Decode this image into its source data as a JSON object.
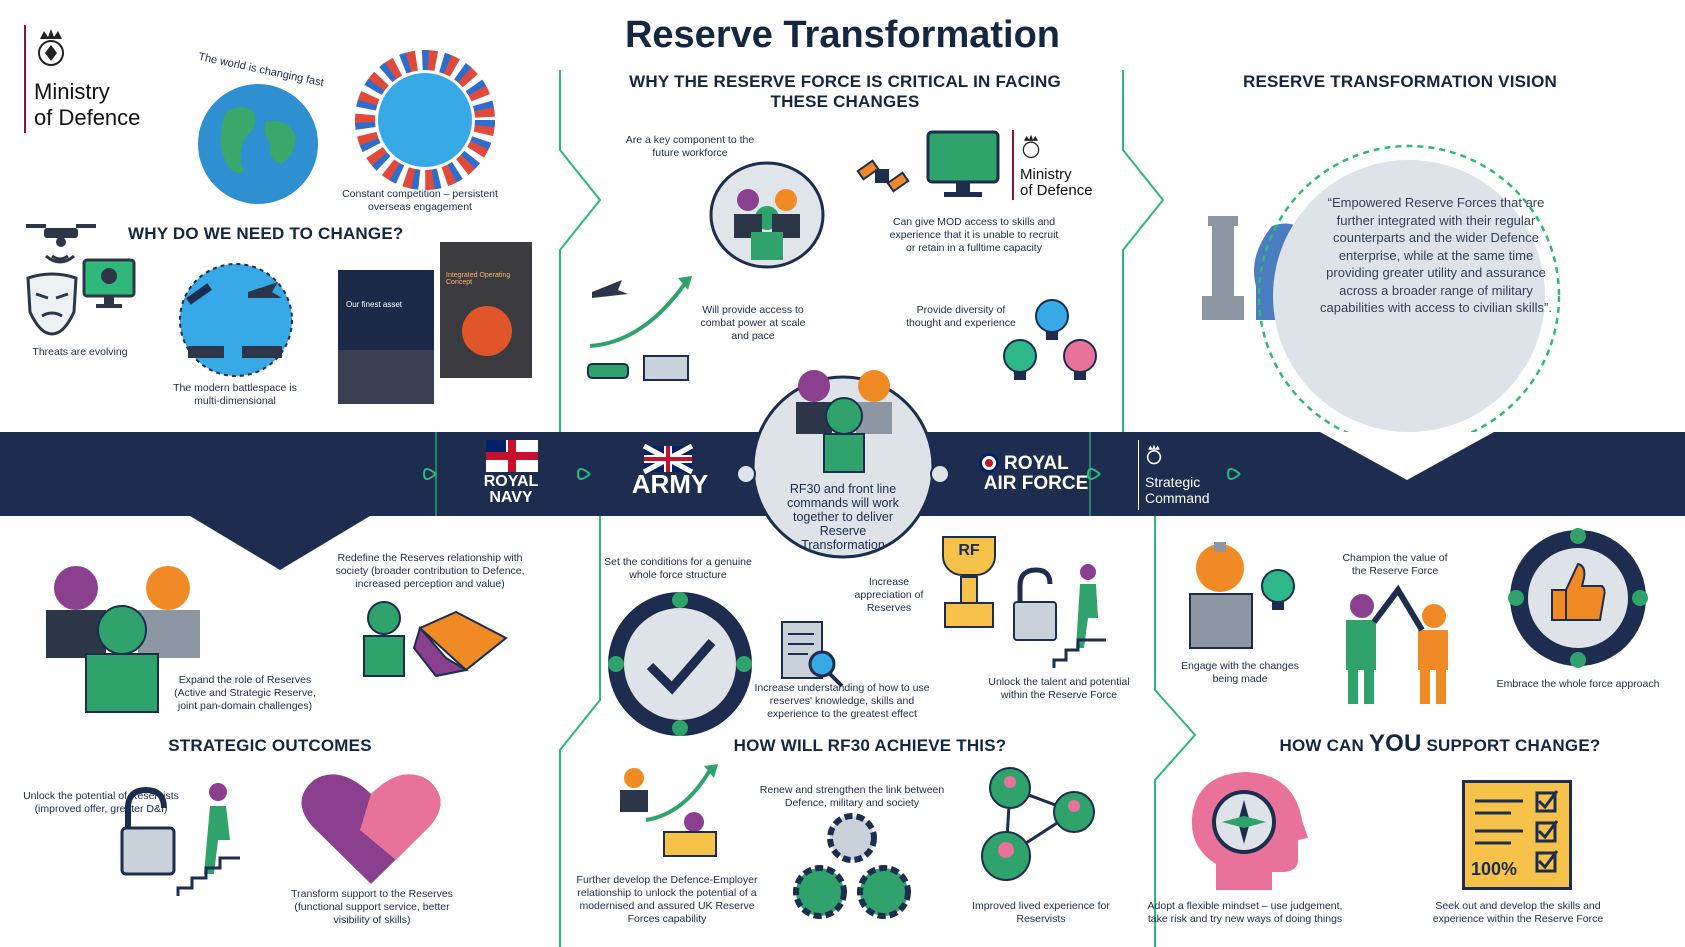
{
  "title": "Reserve Transformation",
  "mod_logo": {
    "line1": "Ministry",
    "line2": "of Defence"
  },
  "sections": {
    "why_change": {
      "heading": "WHY DO WE NEED TO CHANGE?",
      "world_arc": "The world is changing fast",
      "competition": "Constant competition – persistent overseas engagement",
      "threats": "Threats are evolving",
      "battlespace": "The modern battlespace is multi-dimensional",
      "doc1_title": "Our finest asset",
      "doc2_title": "Integrated Operating Concept"
    },
    "why_critical": {
      "heading_line1": "WHY THE RESERVE FORCE IS CRITICAL IN FACING",
      "heading_line2": "THESE CHANGES",
      "key_component": "Are a key component to the future workforce",
      "mod_access": "Can give MOD access to skills and experience that it is unable to recruit or retain in a fulltime capacity",
      "combat_power": "Will provide access to combat power at scale and pace",
      "diversity": "Provide diversity of thought and experience"
    },
    "vision": {
      "heading": "RESERVE TRANSFORMATION VISION",
      "quote": "“Empowered Reserve Forces that are further integrated with their regular counterparts and the wider Defence enterprise, while at the same time providing greater utility and assurance across a broader range of military capabilities with access to civilian skills”."
    },
    "band": {
      "navy_1": "ROYAL",
      "navy_2": "NAVY",
      "army": "ARMY",
      "raf_1": "ROYAL",
      "raf_2": "AIR FORCE",
      "sc_1": "Strategic",
      "sc_2": "Command",
      "center": "RF30 and front line commands will work together to deliver Reserve Transformation"
    },
    "outcomes": {
      "heading": "STRATEGIC OUTCOMES",
      "expand": "Expand the role of Reserves (Active and Strategic Reserve, joint pan-domain challenges)",
      "redefine": "Redefine the Reserves relationship with society (broader contribution to Defence, increased perception and value)",
      "unlock": "Unlock the potential of Reservists (improved offer, greater D&I)",
      "transform": "Transform support to the Reserves (functional support service, better visibility of skills)"
    },
    "how_rf30": {
      "heading": "HOW WILL RF30 ACHIEVE THIS?",
      "whole_force": "Set the conditions for a genuine whole force structure",
      "appreciation": "Increase appreciation of Reserves",
      "rf_badge": "RF",
      "understanding": "Increase understanding of how to use reserves' knowledge, skills and experience to the greatest effect",
      "talent": "Unlock the talent and potential within the Reserve Force",
      "employer": "Further develop the Defence-Employer relationship to unlock the potential of a modernised and assured UK Reserve Forces capability",
      "link": "Renew and strengthen the link between Defence, military and society",
      "lived": "Improved lived experience for Reservists"
    },
    "support": {
      "heading_pre": "HOW CAN",
      "heading_you": "YOU",
      "heading_post": "SUPPORT CHANGE?",
      "engage": "Engage with the changes being made",
      "champion": "Champion the value of the Reserve Force",
      "embrace": "Embrace the whole force approach",
      "mindset": "Adopt a flexible mindset – use judgement, take risk and try new ways of doing things",
      "skills": "Seek out and develop the skills and experience within the Reserve Force",
      "checklist_pct": "100%"
    }
  },
  "colors": {
    "navy": "#1c2d4f",
    "green": "#2fa36b",
    "orange": "#f08a24",
    "purple": "#8a3f8f",
    "pink": "#e8729a",
    "teal": "#2eb88a",
    "grey": "#c9d2db"
  }
}
